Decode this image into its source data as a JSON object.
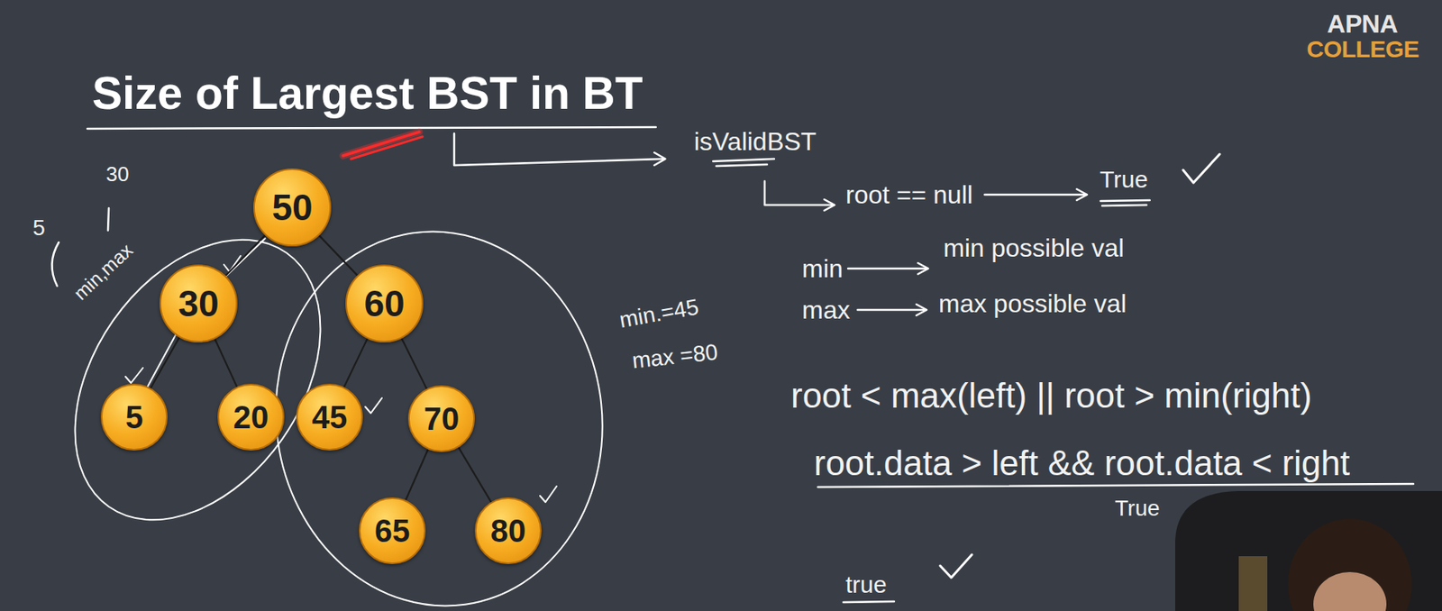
{
  "diagram": {
    "title": "Size of Largest BST in BT",
    "nodes": [
      {
        "text": [
          "50"
        ]
      },
      {
        "text": [
          "30"
        ]
      },
      {
        "text": [
          "60"
        ]
      },
      {
        "text": [
          "5"
        ]
      },
      {
        "text": [
          "20"
        ]
      },
      {
        "text": [
          "45"
        ]
      },
      {
        "text": [
          "70"
        ]
      },
      {
        "text": [
          "65"
        ]
      },
      {
        "text": [
          "80"
        ]
      }
    ],
    "edges": [
      {
        "from": 0,
        "to": 1,
        "arrow": "none"
      },
      {
        "from": 0,
        "to": 2,
        "arrow": "none"
      },
      {
        "from": 1,
        "to": 3,
        "arrow": "none"
      },
      {
        "from": 1,
        "to": 4,
        "arrow": "none"
      },
      {
        "from": 2,
        "to": 5,
        "arrow": "none"
      },
      {
        "from": 2,
        "to": 6,
        "arrow": "none"
      },
      {
        "from": 6,
        "to": 7,
        "arrow": "none"
      },
      {
        "from": 6,
        "to": 8,
        "arrow": "none"
      }
    ],
    "labels": [
      "APNA",
      "COLLEGE",
      "30",
      "5",
      "min,max",
      "min.=45",
      "max =80",
      "isValidBST",
      "root == null",
      "True",
      "min",
      "min possible val",
      "max",
      "max possible val",
      "root < max(left) || root > min(right)",
      "root.data > left && root.data < right",
      "True",
      "true"
    ]
  }
}
